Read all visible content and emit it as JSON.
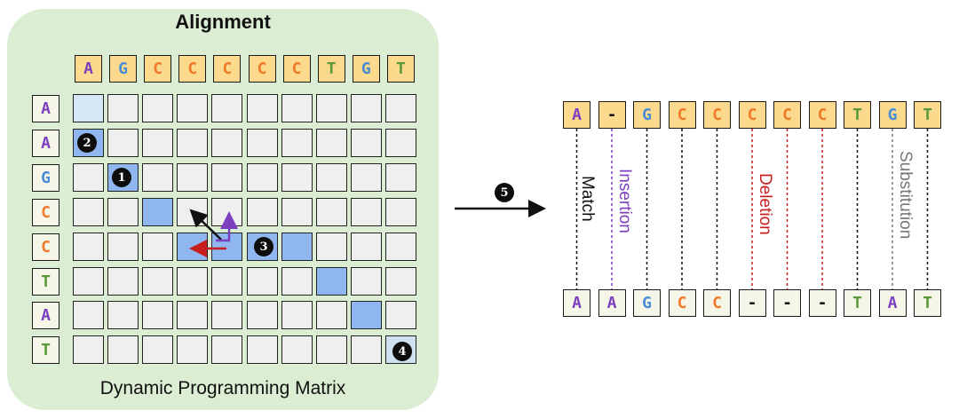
{
  "matrix": {
    "title": "Alignment",
    "caption": "Dynamic Programming Matrix",
    "top_sequence": [
      "A",
      "G",
      "C",
      "C",
      "C",
      "C",
      "C",
      "T",
      "G",
      "T"
    ],
    "side_sequence": [
      "A",
      "A",
      "G",
      "C",
      "C",
      "T",
      "A",
      "T"
    ],
    "steps": [
      "1",
      "2",
      "3",
      "4"
    ]
  },
  "arrow": {
    "step": "5"
  },
  "alignment": {
    "top_row": [
      "A",
      "-",
      "G",
      "C",
      "C",
      "C",
      "C",
      "C",
      "T",
      "G",
      "T"
    ],
    "bottom_row": [
      "A",
      "A",
      "G",
      "C",
      "C",
      "-",
      "-",
      "-",
      "T",
      "A",
      "T"
    ],
    "labels": {
      "match": "Match",
      "insertion": "Insertion",
      "deletion": "Deletion",
      "substitution": "Substitution"
    }
  },
  "colors": {
    "A": "#7b3fbf",
    "G": "#4a8bd6",
    "C": "#ef7a2a",
    "T": "#5a9a3a",
    "-": "#111111",
    "match": "#111111",
    "insertion": "#7b3fbf",
    "deletion": "#c81e1e",
    "substitution": "#777777",
    "path_cell": "#8fb6ef",
    "panel": "#dbedd2",
    "letter_fill": "#fbd98d"
  }
}
